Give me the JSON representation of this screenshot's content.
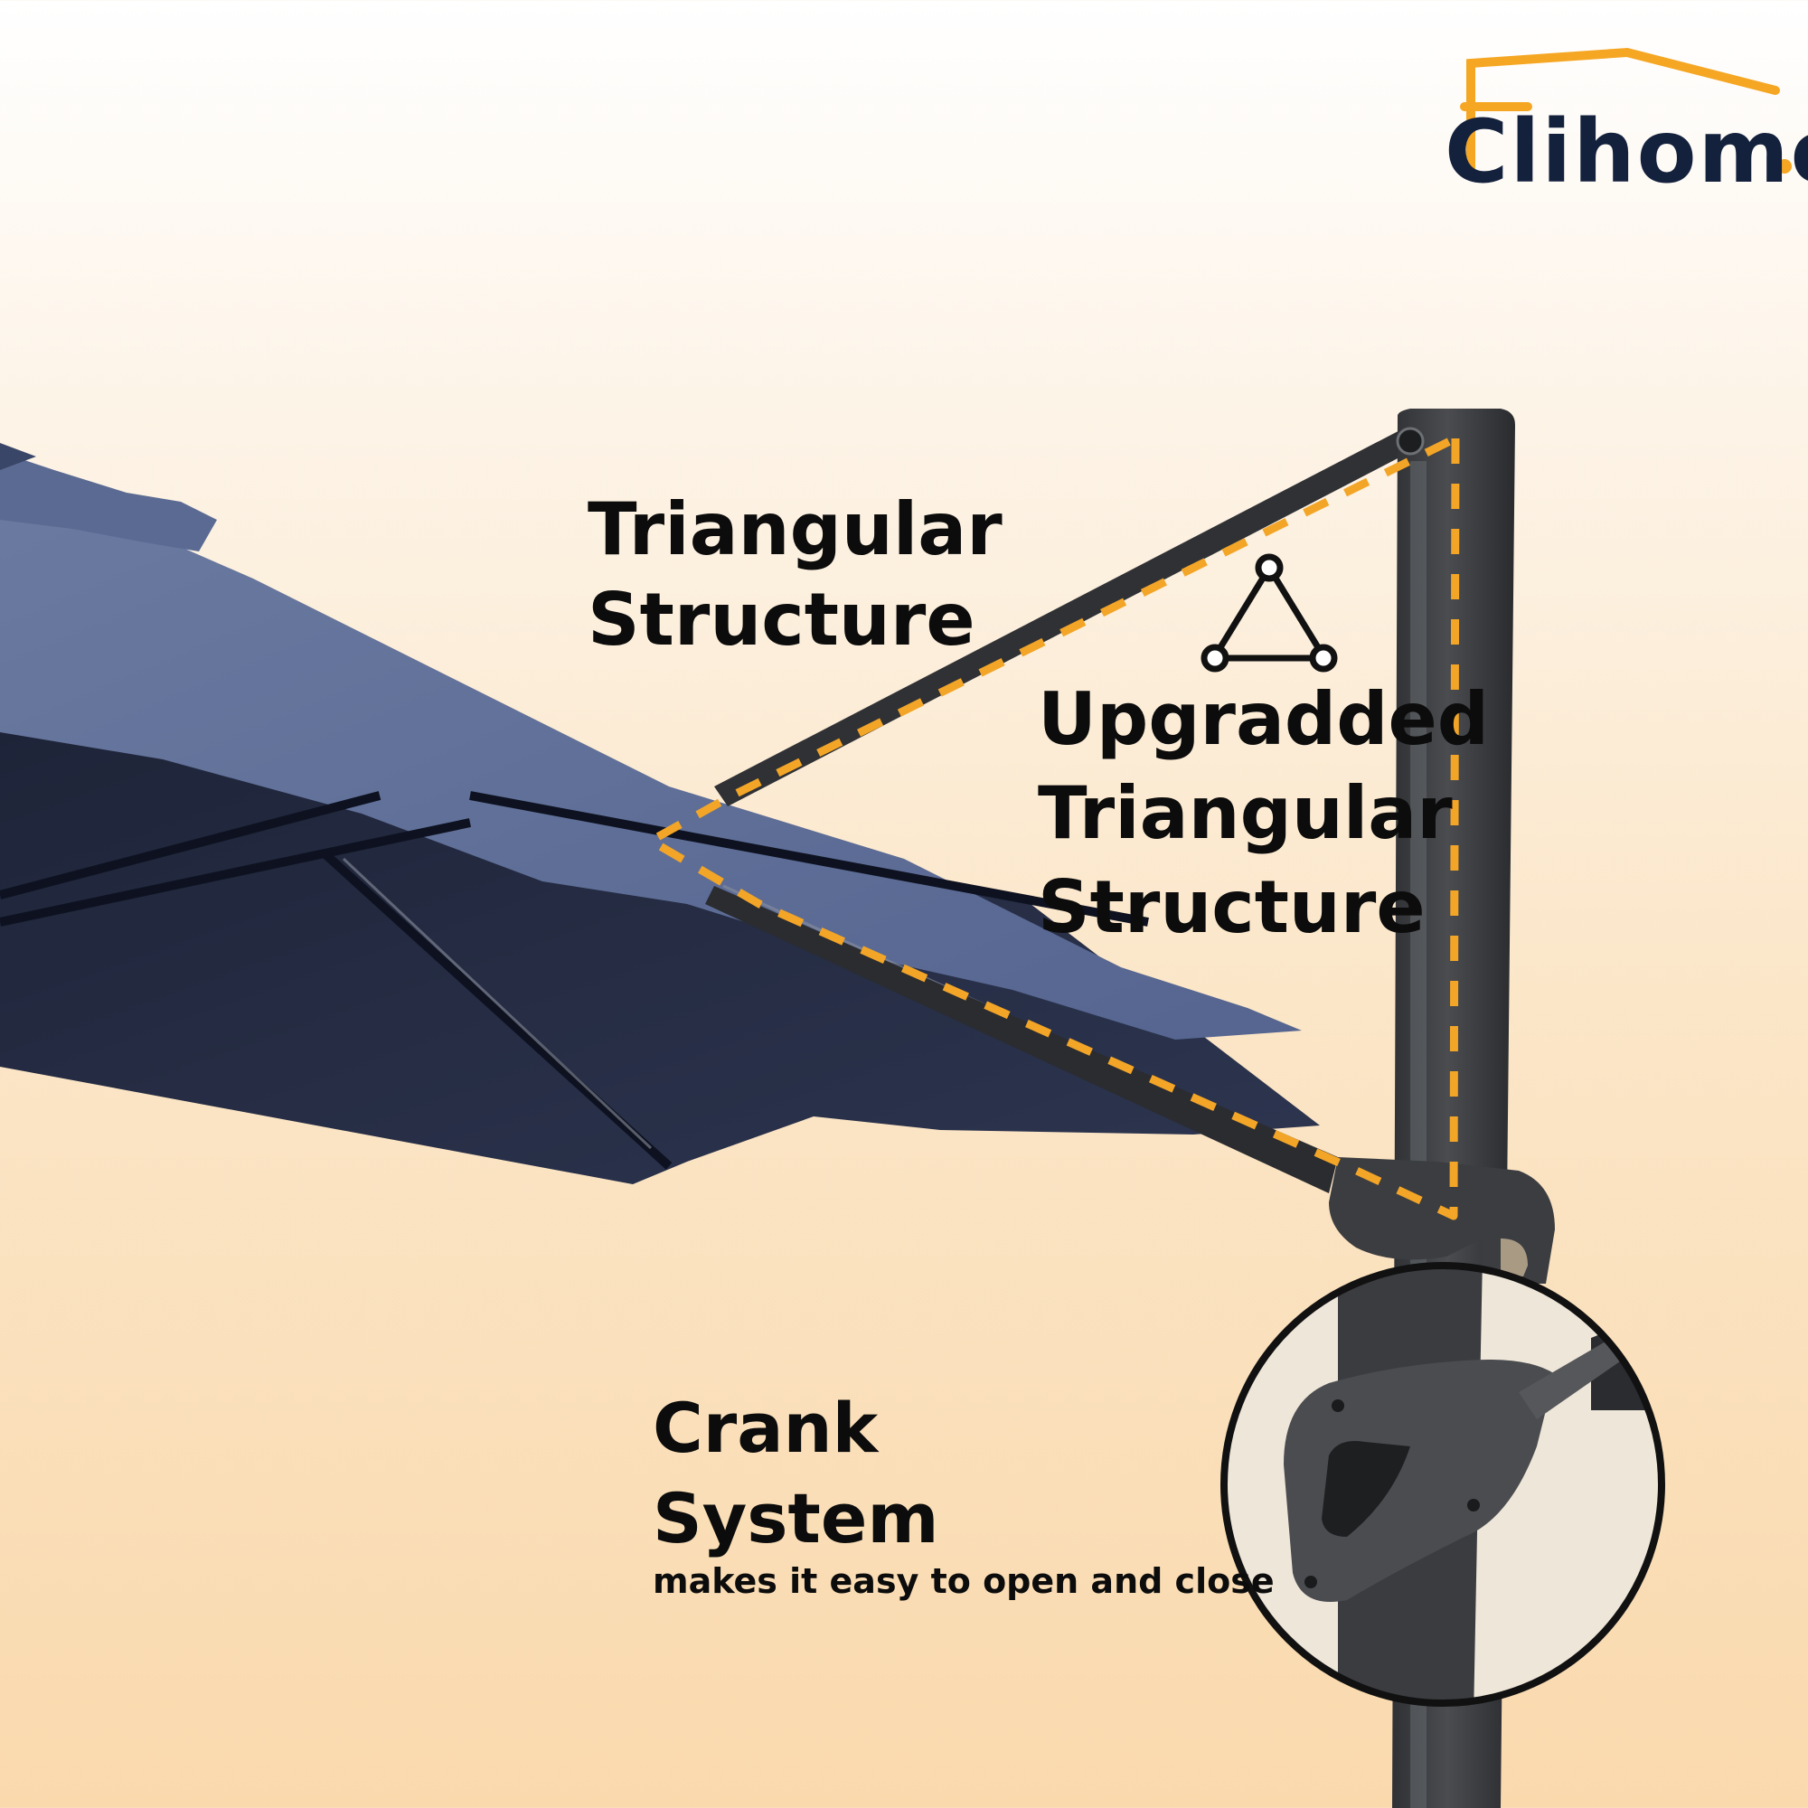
{
  "brand": {
    "name": "Clihome",
    "colors": {
      "navy": "#14213d",
      "orange": "#f5a623"
    }
  },
  "labels": {
    "triangular_structure": [
      "Triangular",
      "Structure"
    ],
    "upgraded_structure": [
      "Upgradded",
      "Triangular",
      "Structure"
    ],
    "crank_system": [
      "Crank",
      "System"
    ],
    "crank_caption": "makes it easy to open and close"
  },
  "icons": {
    "triangle": "triangle-structure-icon"
  },
  "colors": {
    "canopy_light": "#5d6d93",
    "canopy_dark": "#2b324a",
    "pole": "#3a3c40",
    "dash": "#f3a527"
  }
}
